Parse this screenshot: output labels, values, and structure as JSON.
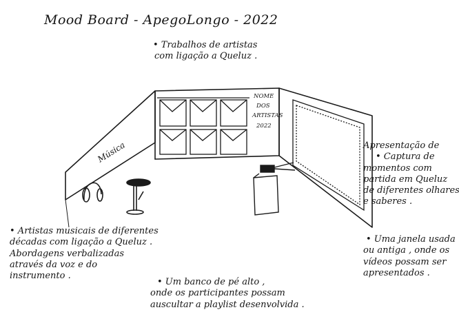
{
  "title": "Mood Board - ApegoLongo - 2022",
  "notes": {
    "top": [
      "• Trabalhos de artistas",
      "com ligação a Queluz ."
    ],
    "left": [
      "• Artistas musicais de diferentes",
      "décadas com ligação a Queluz .",
      "Abordagens verbalizadas",
      "através da voz e do",
      "instrumento ."
    ],
    "bottom": [
      "• Um banco de pé alto ,",
      "onde os participantes possam",
      "auscultar a playlist desenvolvida ."
    ],
    "right_title": "Apresentação de",
    "right_list": [
      "• Captura de",
      "momentos com",
      "partida em Queluz",
      "de diferentes olhares",
      "e saberes ."
    ],
    "right_window": [
      "• Uma janela usada",
      "ou antiga , onde os",
      "vídeos possam ser",
      "apresentados ."
    ]
  },
  "scene": {
    "wall_label_music": "Música",
    "artist_names": [
      "NOME",
      "DOS",
      "ARTISTAS",
      "2022"
    ]
  }
}
